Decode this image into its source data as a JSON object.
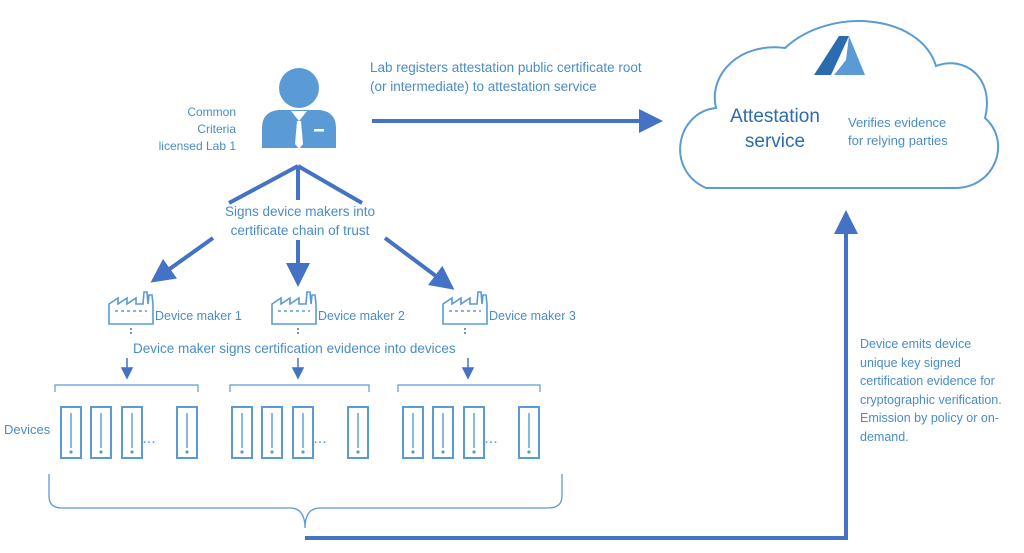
{
  "lab": {
    "label_lines": [
      "Common",
      "Criteria",
      "licensed Lab 1"
    ],
    "signs_lines": [
      "Signs device makers into",
      "certificate chain of trust"
    ]
  },
  "registration": {
    "lines": [
      "Lab registers attestation public certificate root",
      "(or intermediate) to attestation service"
    ]
  },
  "attestation": {
    "title_lines": [
      "Attestation",
      "service"
    ],
    "desc_lines": [
      "Verifies evidence",
      "for relying parties"
    ]
  },
  "device_makers": [
    {
      "label": "Device maker 1"
    },
    {
      "label": "Device maker 2"
    },
    {
      "label": "Device maker 3"
    }
  ],
  "maker_signs_label": "Device maker signs certification evidence into devices",
  "devices_label": "Devices",
  "device_ellipsis": "...",
  "emission": {
    "lines": [
      "Device emits device",
      "unique key signed",
      "certification evidence for",
      "cryptographic verification.",
      "Emission by policy or on-",
      "demand."
    ]
  },
  "icons": {
    "lab": "person-icon",
    "device_maker": "factory-icon",
    "device": "server-device-icon",
    "cloud": "cloud-icon",
    "azure": "azure-logo-icon"
  },
  "colors": {
    "primary": "#4472c4",
    "accent": "#5b9bd5",
    "text": "#4a8cc7",
    "title": "#2b6cb0",
    "background": "#ffffff"
  }
}
